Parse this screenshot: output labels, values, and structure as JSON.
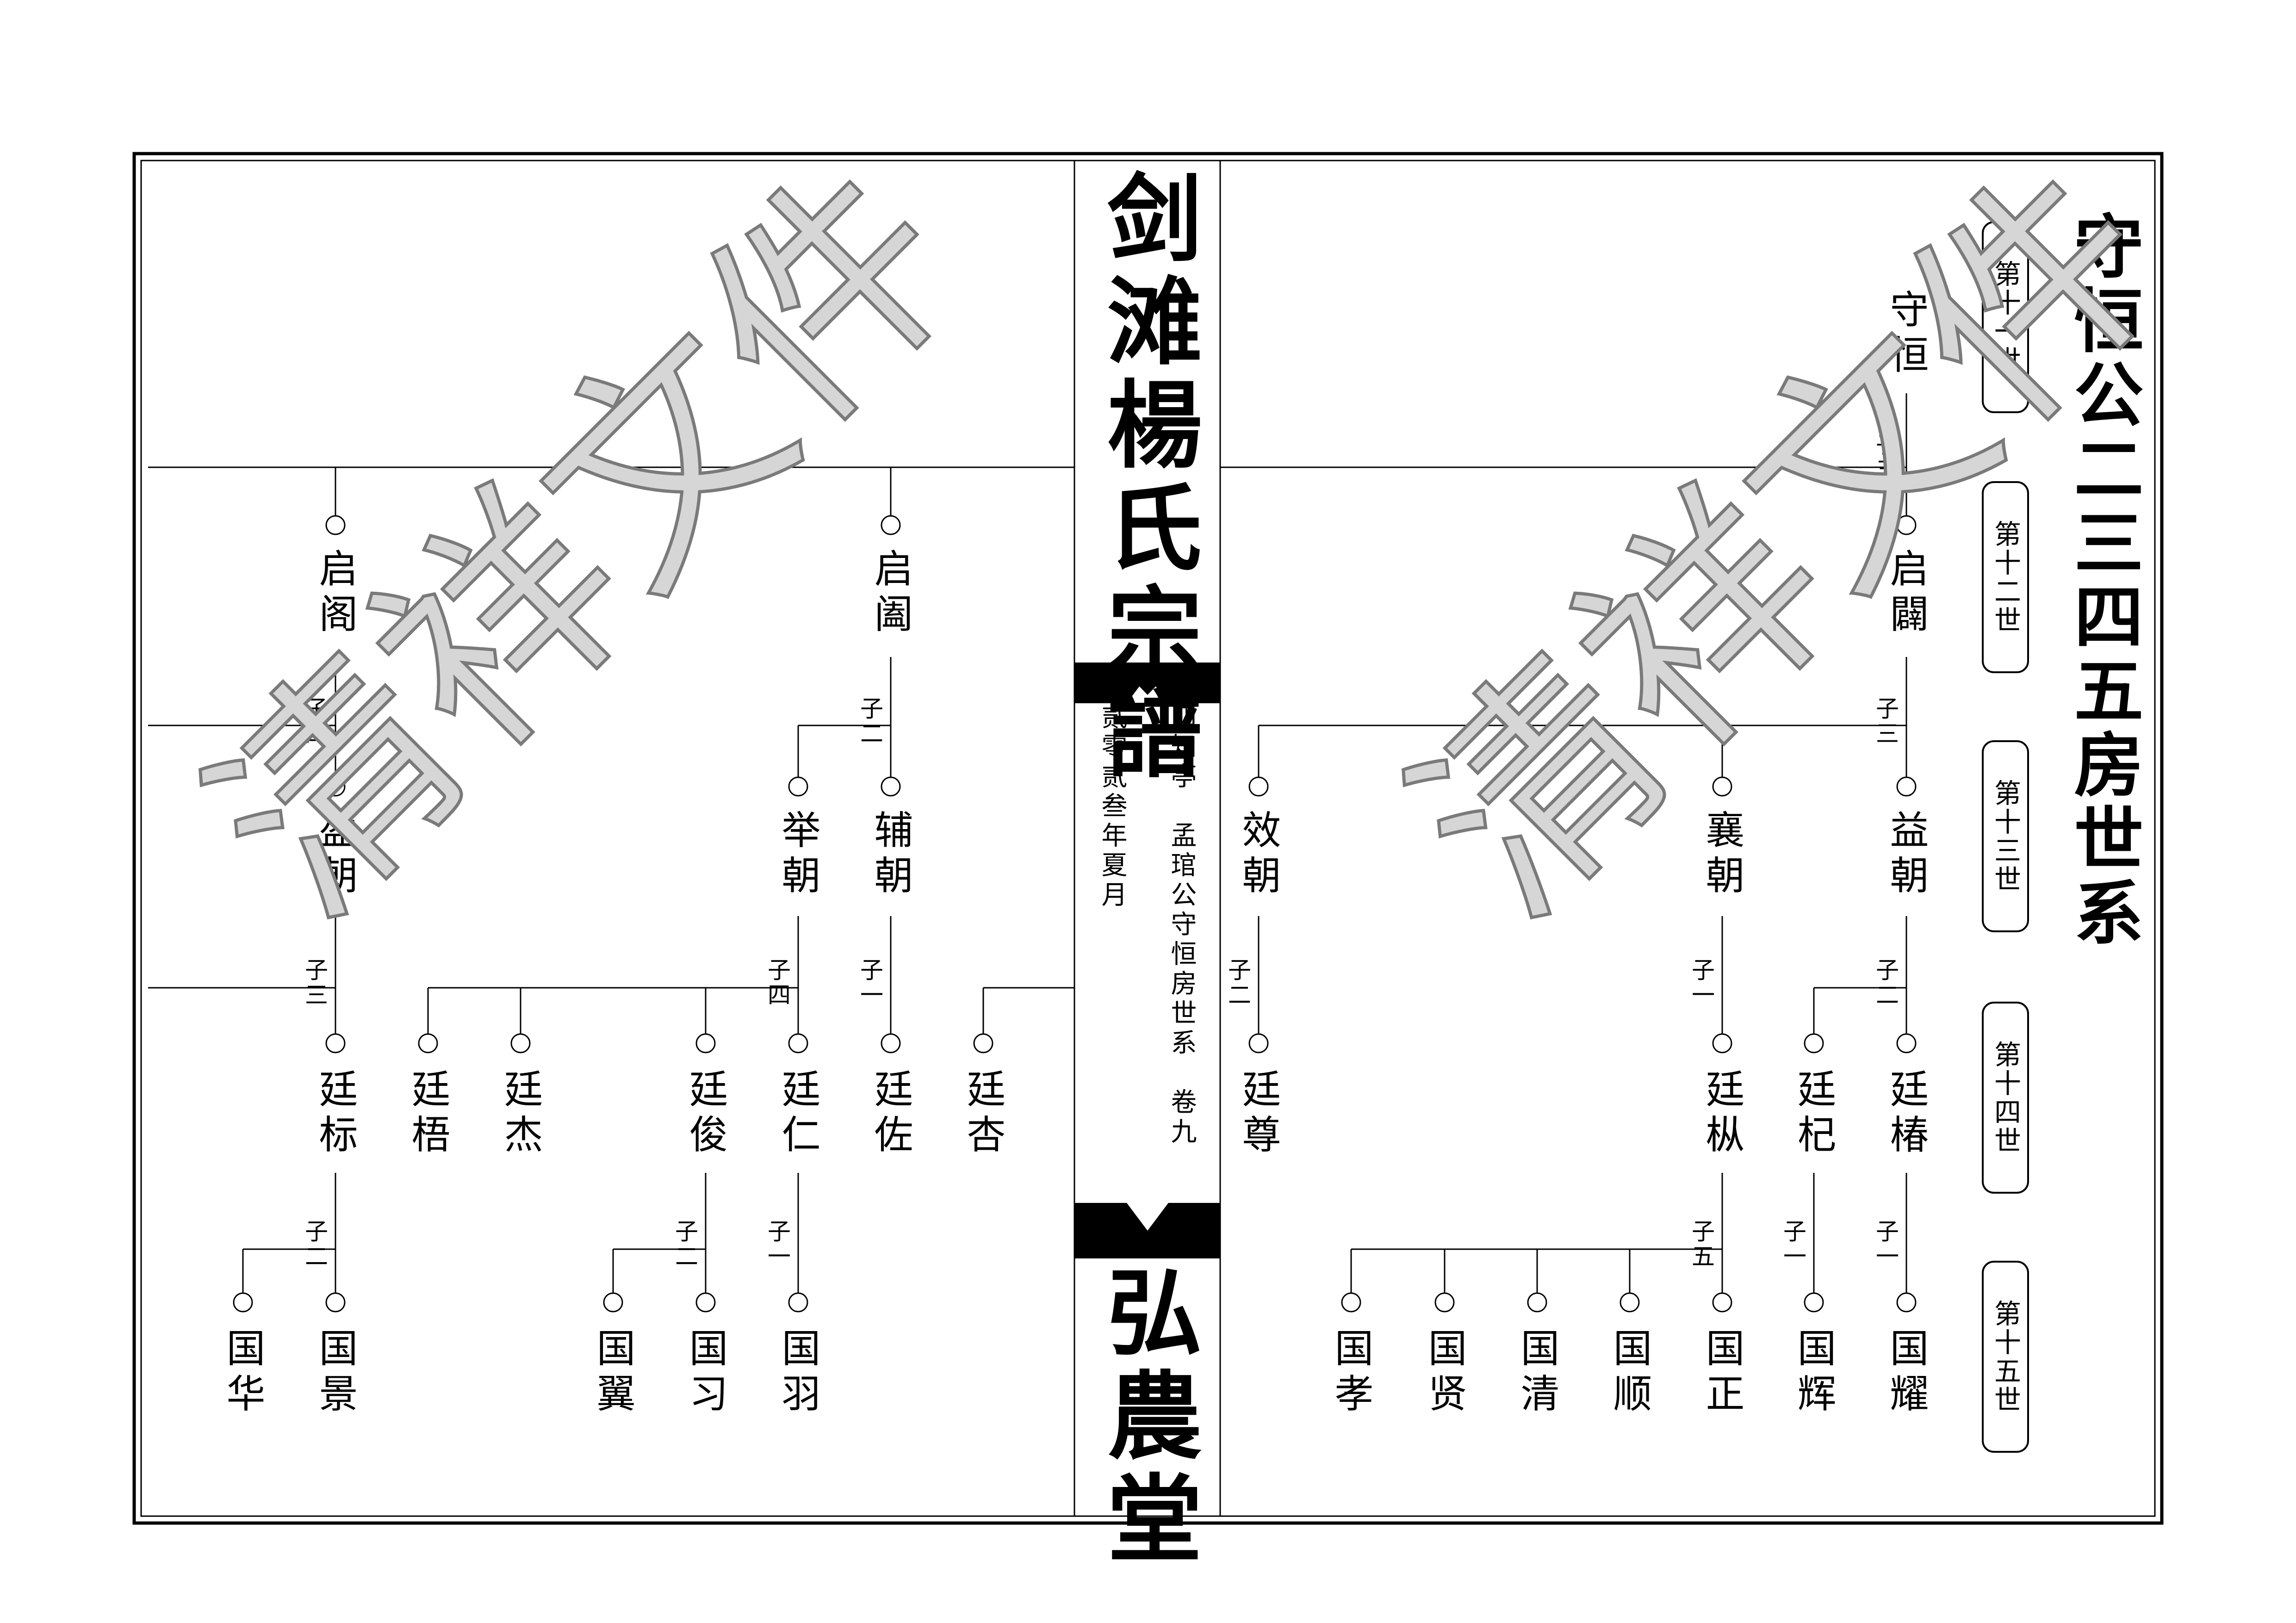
{
  "book_title": "剑滩楊氏宗譜",
  "hall_name": "弘農堂",
  "section_title": "守恒公二三四五房世系",
  "spine_line1": "四知亭　孟琯公守恒房世系　卷九",
  "spine_line2": "贰零贰叁年夏月",
  "generations": [
    "第十一世",
    "第十二世",
    "第十三世",
    "第十四世",
    "第十五世"
  ],
  "watermark": "清祥文件",
  "right_tree": {
    "root": "守恒",
    "root_count": "子五",
    "gen12": [
      "启闢"
    ],
    "gen12_count": "子三",
    "gen13": [
      "效朝",
      "襄朝",
      "益朝"
    ],
    "gen13_counts": [
      "子二",
      "子一",
      "子二"
    ],
    "gen14": [
      "廷尊",
      "廷枞",
      "廷杞",
      "廷椿"
    ],
    "gen14_counts": [
      "子五",
      "子一",
      "子一"
    ],
    "gen15": [
      "国孝",
      "国贤",
      "国清",
      "国顺",
      "国正",
      "国辉",
      "国耀"
    ]
  },
  "left_tree": {
    "gen12": [
      "启阁",
      "启阖"
    ],
    "gen12_counts": [
      "子四",
      "子二"
    ],
    "gen13": [
      "盈朝",
      "举朝",
      "辅朝"
    ],
    "gen13_counts": [
      "子三",
      "子四",
      "子一"
    ],
    "gen14": [
      "廷标",
      "廷梧",
      "廷杰",
      "廷俊",
      "廷仁",
      "廷佐",
      "廷杏"
    ],
    "gen14_counts": [
      "子二",
      "子二",
      "子一"
    ],
    "gen15": [
      "国华",
      "国景",
      "国翼",
      "国习",
      "国羽"
    ]
  }
}
